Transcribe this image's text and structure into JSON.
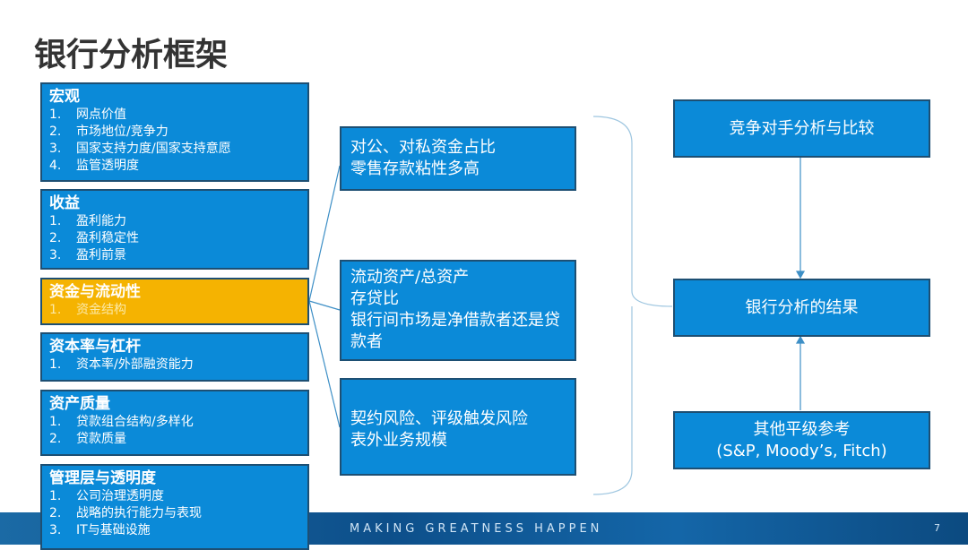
{
  "title": "银行分析框架",
  "left_boxes": [
    {
      "heading": "宏观",
      "items": [
        {
          "n": "1.",
          "t": "网点价值"
        },
        {
          "n": "2.",
          "t": "市场地位/竞争力"
        },
        {
          "n": "3.",
          "t": "国家支持力度/国家支持意愿"
        },
        {
          "n": "4.",
          "t": "监管透明度"
        }
      ]
    },
    {
      "heading": "收益",
      "items": [
        {
          "n": "1.",
          "t": "盈利能力"
        },
        {
          "n": "2.",
          "t": "盈利稳定性"
        },
        {
          "n": "3.",
          "t": "盈利前景"
        }
      ]
    },
    {
      "heading": "资金与流动性",
      "items": [
        {
          "n": "1.",
          "t": "资金结构"
        }
      ]
    },
    {
      "heading": "资本率与杠杆",
      "items": [
        {
          "n": "1.",
          "t": "资本率/外部融资能力"
        }
      ]
    },
    {
      "heading": "资产质量",
      "items": [
        {
          "n": "1.",
          "t": "贷款组合结构/多样化"
        },
        {
          "n": "2.",
          "t": "贷款质量"
        }
      ]
    },
    {
      "heading": "管理层与透明度",
      "items": [
        {
          "n": "1.",
          "t": "公司治理透明度"
        },
        {
          "n": "2.",
          "t": "战略的执行能力与表现"
        },
        {
          "n": "3.",
          "t": "IT与基础设施"
        }
      ]
    }
  ],
  "middle_boxes": [
    [
      "对公、对私资金占比",
      "零售存款粘性多高"
    ],
    [
      "流动资产/总资产",
      "存贷比",
      "银行间市场是净借款者还是贷款者"
    ],
    [
      "契约风险、评级触发风险",
      "表外业务规模"
    ]
  ],
  "right_boxes": [
    [
      "竞争对手分析与比较"
    ],
    [
      "银行分析的结果"
    ],
    [
      "其他平级参考",
      "(S&P, Moody’s, Fitch)"
    ]
  ],
  "footer": {
    "tagline": "MAKING GREATNESS HAPPEN",
    "page": "7"
  },
  "colors": {
    "box": "#0b8ad8",
    "highlight": "#f5b301",
    "border": "#1d4f73"
  }
}
